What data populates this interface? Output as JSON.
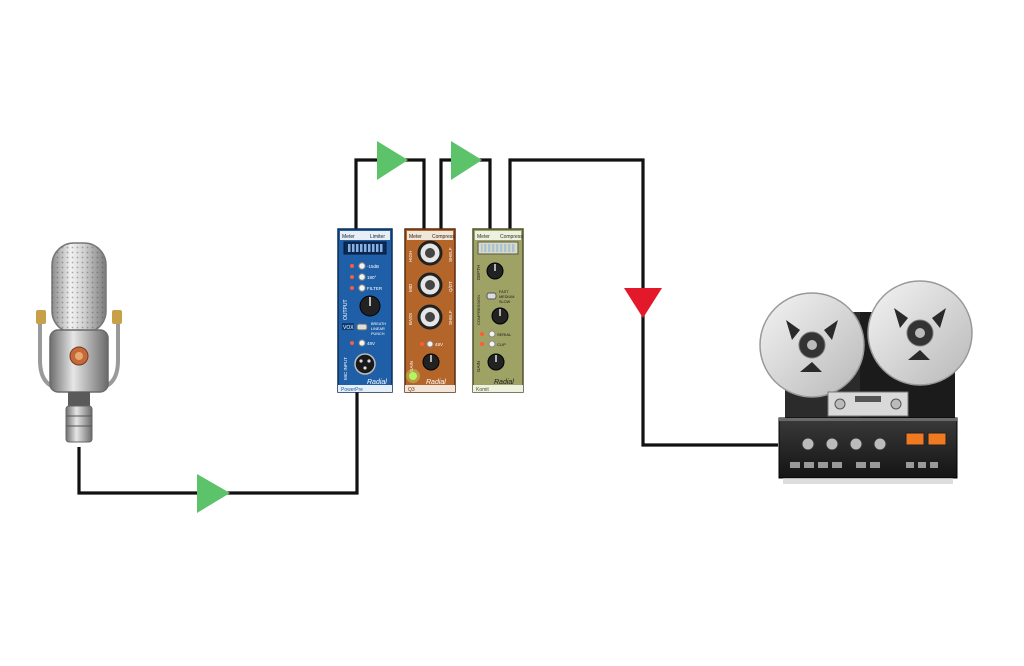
{
  "colors": {
    "wire": "#111111",
    "arrow_forward": "#5cc36a",
    "arrow_return": "#e3182a",
    "preamp_blue": "#1f5fa8",
    "eq_brown": "#b4652a",
    "comp_olive": "#9ea264",
    "background": "#ffffff"
  },
  "microphone": {
    "icon": "ribbon-microphone-icon"
  },
  "modules": {
    "preamp": {
      "brand": "Radial",
      "header_left": "Meter",
      "header_right": "Limiter",
      "switches": [
        "-15dB",
        "180°",
        "FILTER"
      ],
      "knob_label": "OUTPUT",
      "vox_label": "VOX",
      "vox_modes": [
        "BREATH",
        "LINEAR",
        "PUNCH"
      ],
      "power_label": "48V",
      "input_label": "MIC INPUT",
      "footer": "PowerPre"
    },
    "eq": {
      "brand": "Radial",
      "header_left": "Meter",
      "header_right": "Compress",
      "band_labels_left": [
        "HIGH",
        "MID",
        "BASS"
      ],
      "band_labels_right": [
        "SHELF",
        "Q/DT",
        "SHELF"
      ],
      "power_label": "48V",
      "gain_label": "GAIN",
      "footer": "Q3"
    },
    "comp": {
      "brand": "Radial",
      "header_left": "Meter",
      "header_right": "Compress",
      "knob1_label": "DEPTH",
      "knob2_label": "COMPRESSION",
      "speed_modes": [
        "FAST",
        "MEDIUM",
        "SLOW"
      ],
      "switch_labels": [
        "SERIAL",
        "CLIP"
      ],
      "gain_label": "GAIN",
      "footer": "Komit"
    }
  },
  "tape_recorder": {
    "icon": "reel-to-reel-tape-recorder-icon"
  }
}
